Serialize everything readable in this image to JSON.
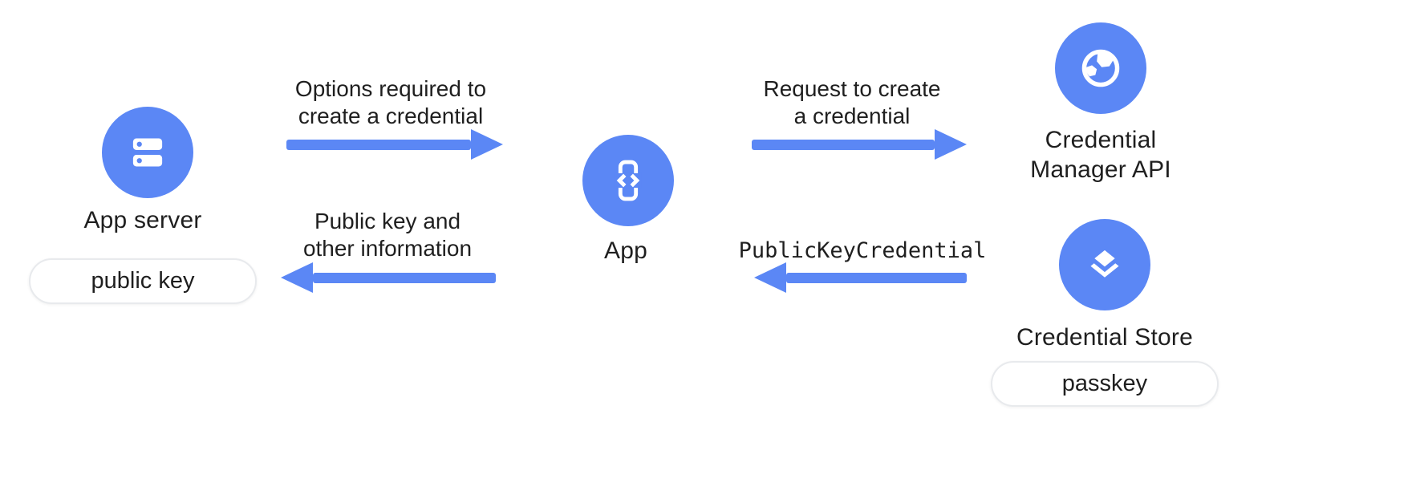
{
  "colors": {
    "accent": "#5b87f5",
    "text": "#1f1f1f",
    "pill_border": "#e8eaed"
  },
  "nodes": {
    "app_server": {
      "icon": "server-icon",
      "label": "App server",
      "badge": "public key"
    },
    "app": {
      "icon": "phone-code-icon",
      "label": "App"
    },
    "credential_manager_api": {
      "icon": "globe-icon",
      "label_line1": "Credential",
      "label_line2": "Manager API"
    },
    "credential_store": {
      "icon": "layers-icon",
      "label": "Credential Store",
      "badge": "passkey"
    }
  },
  "arrows": {
    "options": {
      "direction": "right",
      "from": "app_server",
      "to": "app",
      "label_line1": "Options required to",
      "label_line2": "create a credential"
    },
    "public_key": {
      "direction": "left",
      "from": "app",
      "to": "app_server",
      "label_line1": "Public key and",
      "label_line2": "other information"
    },
    "request": {
      "direction": "right",
      "from": "app",
      "to": "credential_manager_api",
      "label_line1": "Request to create",
      "label_line2": "a credential"
    },
    "public_key_credential": {
      "direction": "left",
      "from": "credential_store",
      "to": "app",
      "label": "PublicKeyCredential"
    }
  }
}
